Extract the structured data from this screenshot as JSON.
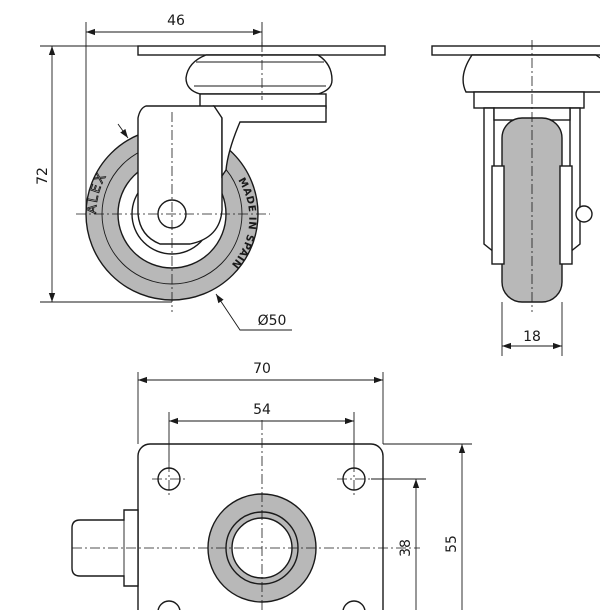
{
  "dimensions": {
    "mount_width_top": "46",
    "height": "72",
    "wheel_diameter": "Ø50",
    "wheel_width": "18",
    "plate_width": "70",
    "hole_spacing_x": "54",
    "hole_spacing_y": "38",
    "plate_depth": "55"
  },
  "wheel_markings": {
    "brand": "ALEX",
    "made_in": "MADE IN SPAIN"
  },
  "colors": {
    "line": "#1a1a1a",
    "wheel_fill": "#b8b8b8",
    "background": "#ffffff"
  }
}
